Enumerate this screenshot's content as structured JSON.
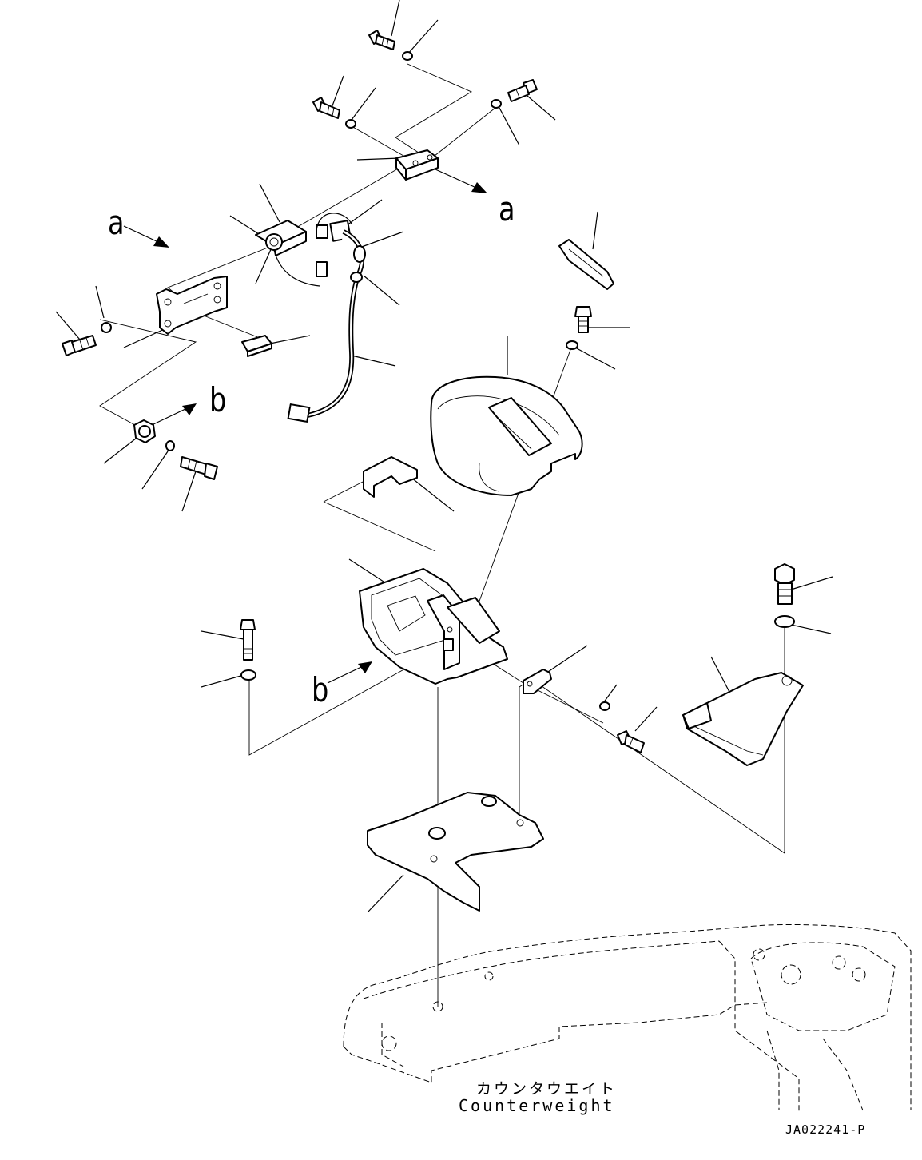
{
  "labels": {
    "a": "a",
    "b": "b"
  },
  "caption": {
    "japanese": "カウンタウエイト",
    "english": "Counterweight"
  },
  "drawing_code": "JA022241-P"
}
